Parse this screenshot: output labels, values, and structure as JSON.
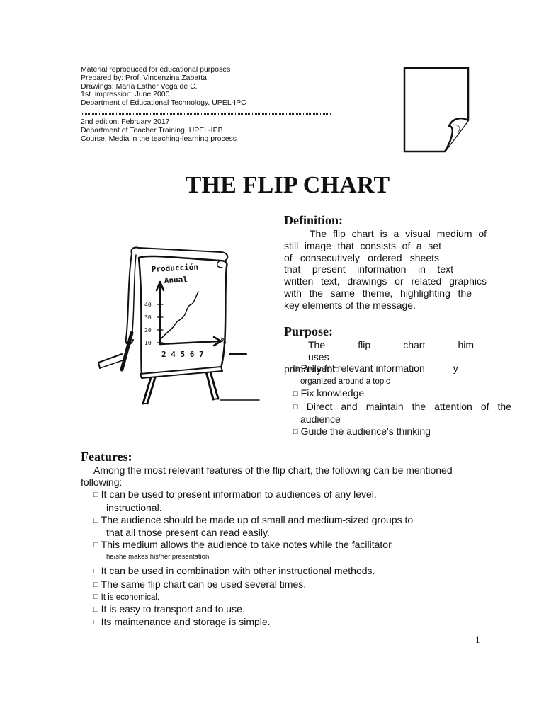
{
  "meta": {
    "top": [
      "Material reproduced for educational purposes",
      "Prepared by: Prof. Vincenzina Zabatta",
      "Drawings: María Esther Vega de C.",
      "1st.  impression:  June  2000",
      "Department of Educational Technology, UPEL-IPC"
    ],
    "bottom": [
      "2nd  edition:  February  2017",
      "Department of Teacher Training, UPEL-IPB",
      "Course: Media in the teaching-learning process"
    ]
  },
  "title": "THE FLIP CHART",
  "illustration": {
    "chart_title_1": "Producción",
    "chart_title_2": "Anual",
    "y_ticks": [
      "40",
      "30",
      "20",
      "10"
    ],
    "x_ticks": "2 4 5 6 7",
    "unit": "%"
  },
  "definition": {
    "heading": "Definition:",
    "lines": [
      "The flip chart is a visual medium of",
      "still image that consists of a set",
      "of consecutively ordered sheets",
      "that present information in text",
      "written text, drawings or related graphics",
      "with the same theme, highlighting the",
      "key elements of the message."
    ]
  },
  "purpose": {
    "heading": "Purpose:",
    "intro_1": "The flip chart him uses",
    "intro_2": "primarily for:",
    "b1_main": "Present relevant information",
    "b1_y": "y",
    "b1_cont": "organized around a topic",
    "b2": "Fix knowledge",
    "b3_main": "Direct and maintain the attention of the",
    "b3_cont": "audience",
    "b4": "Guide the audience's thinking"
  },
  "features": {
    "heading": "Features:",
    "intro_1": "Among the most relevant features of the flip chart, the following can be mentioned",
    "intro_2": "following:",
    "f1": "It can be used to present information to audiences of any level.",
    "f1_cont": "instructional.",
    "f2": "The audience should be made up of small and medium-sized groups to",
    "f2_cont": "that all those present can read easily.",
    "f3": "This medium allows the audience to take notes while the facilitator",
    "f3_cont": "he/she makes his/her presentation.",
    "f4": "It can be used in combination with other instructional methods.",
    "f5": "The same flip chart can be used several times.",
    "f6": "It is economical.",
    "f7": "It is easy to transport and to use.",
    "f8": "Its maintenance and storage is simple."
  },
  "page_number": "1"
}
